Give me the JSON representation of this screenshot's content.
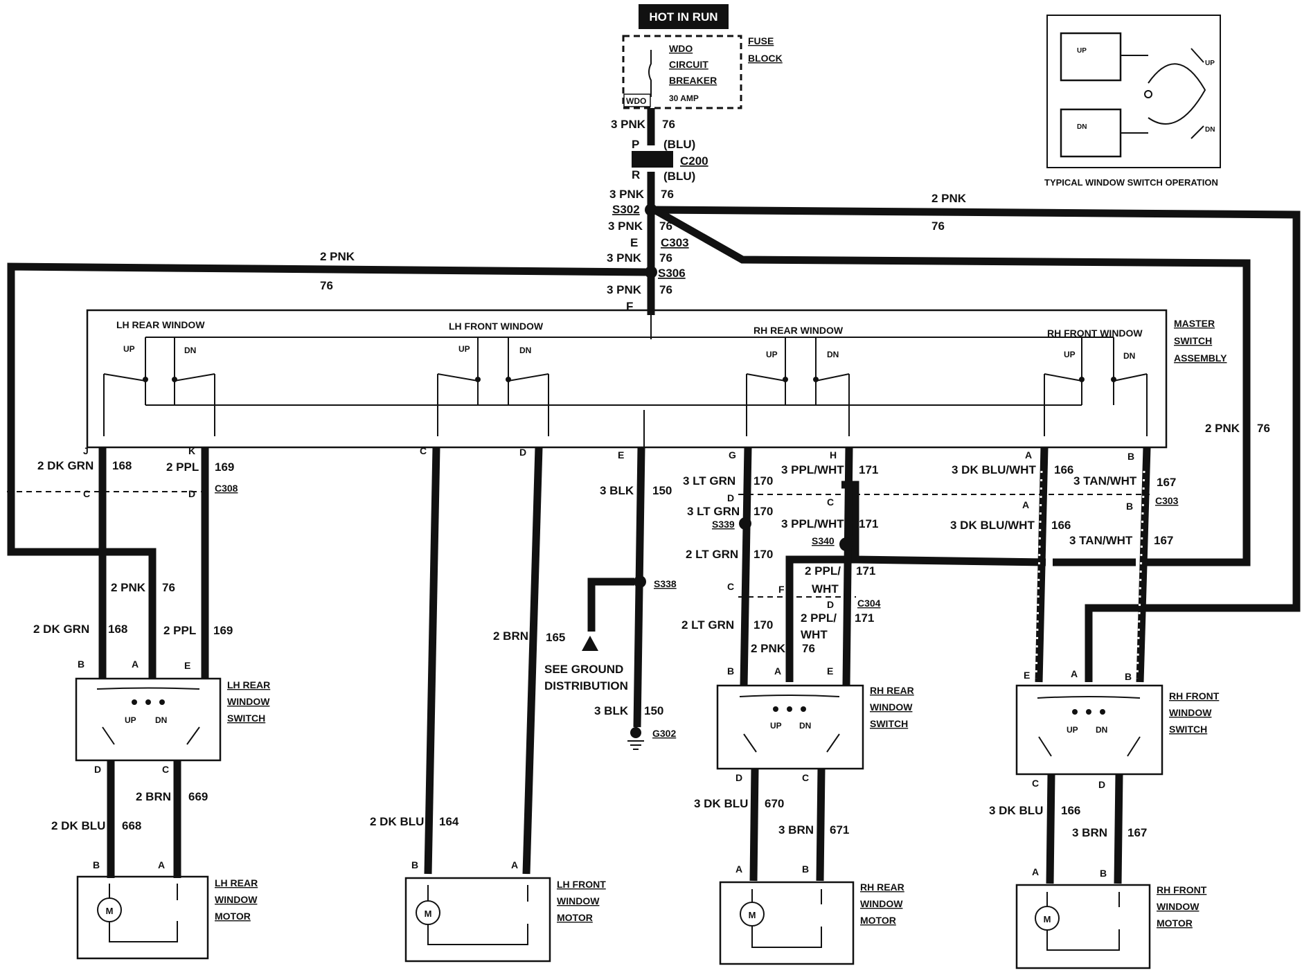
{
  "header": {
    "hot_in_run": "HOT IN RUN"
  },
  "fuse_block": {
    "cb_lines": [
      "WDO",
      "CIRCUIT",
      "BREAKER"
    ],
    "rating": "30 AMP",
    "inner_tag": "WDO",
    "label_lines": [
      "FUSE",
      "BLOCK"
    ]
  },
  "typical": {
    "caption": "TYPICAL WINDOW SWITCH OPERATION",
    "up": "UP",
    "dn": "DN"
  },
  "master": {
    "label_lines": [
      "MASTER",
      "SWITCH",
      "ASSEMBLY"
    ],
    "sections": [
      "LH REAR WINDOW",
      "LH FRONT WINDOW",
      "RH REAR WINDOW",
      "RH FRONT WINDOW"
    ],
    "up": "UP",
    "dn": "DN"
  },
  "switches": {
    "lh_rear": [
      "LH REAR",
      "WINDOW",
      "SWITCH"
    ],
    "rh_rear": [
      "RH REAR",
      "WINDOW",
      "SWITCH"
    ],
    "rh_front": [
      "RH FRONT",
      "WINDOW",
      "SWITCH"
    ],
    "up": "UP",
    "dn": "DN"
  },
  "motors": {
    "lh_rear": [
      "LH REAR",
      "WINDOW",
      "MOTOR"
    ],
    "lh_front": [
      "LH FRONT",
      "WINDOW",
      "MOTOR"
    ],
    "rh_rear": [
      "RH REAR",
      "WINDOW",
      "MOTOR"
    ],
    "rh_front": [
      "RH FRONT",
      "WINDOW",
      "MOTOR"
    ],
    "m": "M"
  },
  "ground": {
    "lines": [
      "SEE GROUND",
      "DISTRIBUTION"
    ],
    "g302": "G302",
    "s338": "S338"
  },
  "wire_labels": {
    "feed_3pnk": "3 PNK",
    "c76": "76",
    "blu": "(BLU)",
    "p": "P",
    "r": "R",
    "c200": "C200",
    "s302": "S302",
    "e": "E",
    "c303": "C303",
    "s306": "S306",
    "f": "F",
    "top_2pnk": "2 PNK",
    "left_2pnk": "2 PNK",
    "right_2pnk": "2 PNK",
    "j": "J",
    "k": "K",
    "c": "C",
    "d": "D",
    "g": "G",
    "h": "H",
    "a": "A",
    "b": "B",
    "dkgrn2": "2 DK GRN",
    "c168": "168",
    "ppl2": "2 PPL",
    "c169": "169",
    "c308": "C308",
    "blk3": "3 BLK",
    "c150": "150",
    "ltgrn3": "3 LT GRN",
    "ltgrn2": "2 LT GRN",
    "c170": "170",
    "pplwht3": "3 PPL/WHT",
    "c171": "171",
    "ppl2slash": "2 PPL/",
    "wht": "WHT",
    "dkbluwht3": "3 DK BLU/WHT",
    "c166": "166",
    "tanwht3": "3 TAN/WHT",
    "c167": "167",
    "s339": "S339",
    "s340": "S340",
    "c304": "C304",
    "pnk2": "2 PNK",
    "brn2": "2 BRN",
    "c165": "165",
    "c669": "669",
    "dkblu2": "2 DK BLU",
    "c668": "668",
    "c164": "164",
    "dkblu3": "3 DK BLU",
    "c670": "670",
    "brn3": "3 BRN",
    "c671": "671"
  }
}
